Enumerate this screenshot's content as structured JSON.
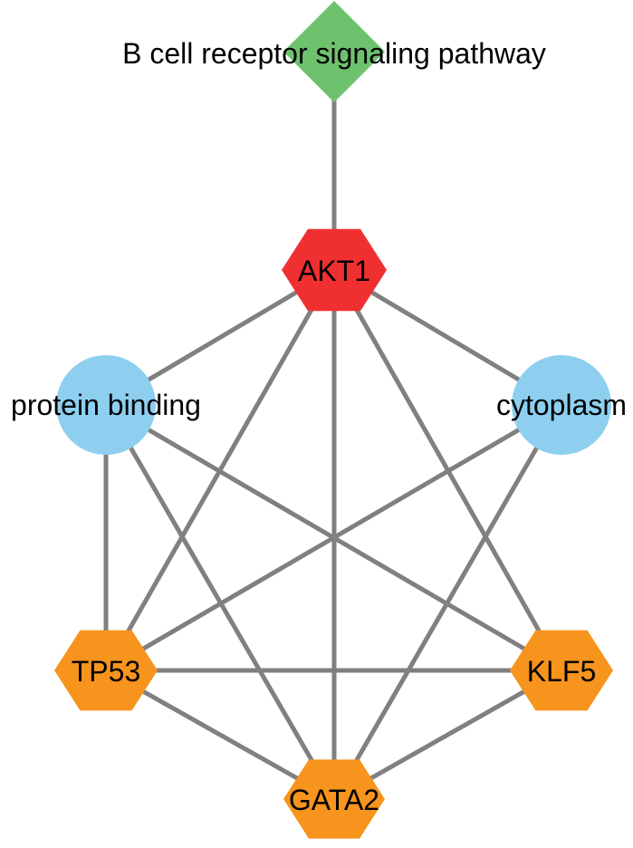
{
  "colors": {
    "pathway": "#6ec26e",
    "hub_gene": "#f03030",
    "go_term": "#8ecff0",
    "gene": "#f7941d",
    "edge": "#808080"
  },
  "nodes": [
    {
      "id": "b-cell-pathway",
      "label": "B cell receptor signaling pathway",
      "shape": "diamond",
      "color_key": "pathway"
    },
    {
      "id": "akt1",
      "label": "AKT1",
      "shape": "hexagon",
      "color_key": "hub_gene"
    },
    {
      "id": "protein-binding",
      "label": "protein binding",
      "shape": "circle",
      "color_key": "go_term"
    },
    {
      "id": "cytoplasm",
      "label": "cytoplasm",
      "shape": "circle",
      "color_key": "go_term"
    },
    {
      "id": "tp53",
      "label": "TP53",
      "shape": "hexagon",
      "color_key": "gene"
    },
    {
      "id": "klf5",
      "label": "KLF5",
      "shape": "hexagon",
      "color_key": "gene"
    },
    {
      "id": "gata2",
      "label": "GATA2",
      "shape": "hexagon",
      "color_key": "gene"
    }
  ],
  "edges": [
    [
      "b-cell-pathway",
      "akt1"
    ],
    [
      "akt1",
      "protein-binding"
    ],
    [
      "akt1",
      "cytoplasm"
    ],
    [
      "akt1",
      "tp53"
    ],
    [
      "akt1",
      "klf5"
    ],
    [
      "akt1",
      "gata2"
    ],
    [
      "protein-binding",
      "tp53"
    ],
    [
      "protein-binding",
      "klf5"
    ],
    [
      "protein-binding",
      "gata2"
    ],
    [
      "cytoplasm",
      "tp53"
    ],
    [
      "cytoplasm",
      "gata2"
    ],
    [
      "tp53",
      "klf5"
    ],
    [
      "tp53",
      "gata2"
    ],
    [
      "klf5",
      "gata2"
    ]
  ]
}
